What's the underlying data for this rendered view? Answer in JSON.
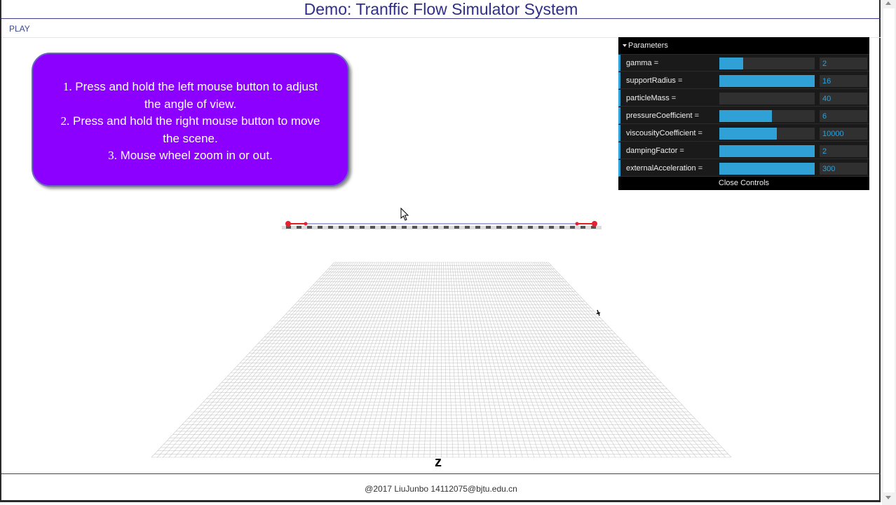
{
  "page": {
    "title": "Demo: Tranffic Flow Simulator System"
  },
  "menu": {
    "play_label": "PLAY"
  },
  "instructions": {
    "lines": [
      {
        "num": "1.",
        "text": "Press and hold the left mouse button to adjust"
      },
      {
        "text": "the angle of  view."
      },
      {
        "num": "2.",
        "text": "Press and hold the right mouse button to move"
      },
      {
        "text": "the scene."
      },
      {
        "num": "3.",
        "text": "Mouse wheel zoom in or out."
      }
    ]
  },
  "gui": {
    "folder_label": "Parameters",
    "close_label": "Close Controls",
    "params": [
      {
        "label": "gamma =",
        "value": "2",
        "fill": 0.25
      },
      {
        "label": "supportRadius =",
        "value": "16",
        "fill": 1.0
      },
      {
        "label": "particleMass =",
        "value": "40",
        "fill": 0.0
      },
      {
        "label": "pressureCoefficient =",
        "value": "6",
        "fill": 0.55
      },
      {
        "label": "viscousityCoefficient =",
        "value": "10000",
        "fill": 0.6
      },
      {
        "label": "dampingFactor =",
        "value": "2",
        "fill": 1.0
      },
      {
        "label": "externalAcceleration =",
        "value": "300",
        "fill": 1.0
      }
    ]
  },
  "scene": {
    "axis_label": "z"
  },
  "footer": {
    "text": "@2017 LiuJunbo 14112075@bjtu.edu.cn"
  },
  "colors": {
    "accent": "#2fa1d6",
    "instruction_bg": "#8c00ff",
    "title": "#2f2f8a"
  }
}
